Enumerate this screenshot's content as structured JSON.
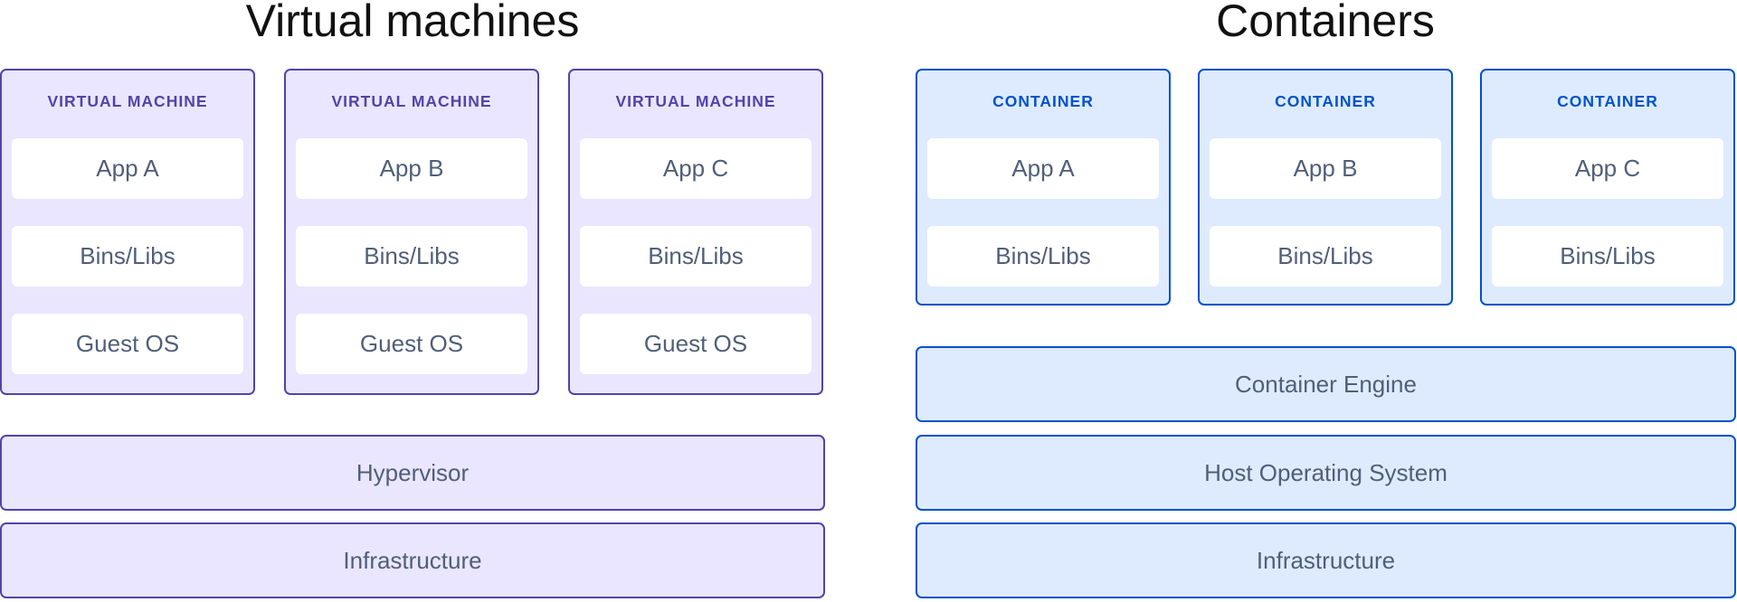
{
  "theme": {
    "vm_fill": "#eae6ff",
    "vm_border": "#5243aa",
    "vm_label": "#5243aa",
    "ct_fill": "#deebff",
    "ct_border": "#0052cc",
    "ct_label": "#0052cc",
    "box_text": "#505f79"
  },
  "vm": {
    "title": "Virtual machines",
    "units": [
      {
        "label": "VIRTUAL MACHINE",
        "items": [
          "App A",
          "Bins/Libs",
          "Guest OS"
        ]
      },
      {
        "label": "VIRTUAL MACHINE",
        "items": [
          "App B",
          "Bins/Libs",
          "Guest OS"
        ]
      },
      {
        "label": "VIRTUAL MACHINE",
        "items": [
          "App C",
          "Bins/Libs",
          "Guest OS"
        ]
      }
    ],
    "layers": [
      "Hypervisor",
      "Infrastructure"
    ]
  },
  "containers": {
    "title": "Containers",
    "units": [
      {
        "label": "CONTAINER",
        "items": [
          "App A",
          "Bins/Libs"
        ]
      },
      {
        "label": "CONTAINER",
        "items": [
          "App B",
          "Bins/Libs"
        ]
      },
      {
        "label": "CONTAINER",
        "items": [
          "App C",
          "Bins/Libs"
        ]
      }
    ],
    "layers": [
      "Container Engine",
      "Host Operating System",
      "Infrastructure"
    ]
  }
}
